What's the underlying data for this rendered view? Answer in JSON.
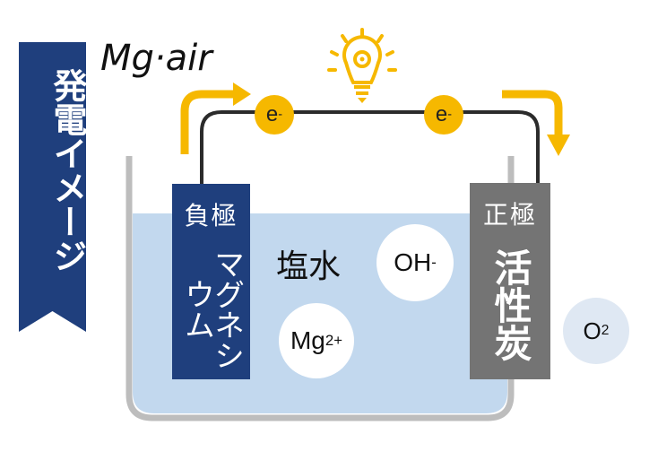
{
  "banner": {
    "text": "発電イメージ"
  },
  "logo": {
    "text": "Mg·air"
  },
  "electrodes": {
    "negative": {
      "head": "負極",
      "body": "マグネシウム"
    },
    "positive": {
      "head": "正極",
      "body": "活性炭"
    }
  },
  "electrolyte": {
    "label": "塩水"
  },
  "ions": {
    "oh": {
      "base": "OH",
      "sup": "-"
    },
    "mg": {
      "base": "Mg",
      "sup": "2+"
    },
    "o2": {
      "base": "O",
      "sup": "2"
    }
  },
  "electrons": [
    {
      "base": "e",
      "sup": "-"
    },
    {
      "base": "e",
      "sup": "-"
    }
  ],
  "colors": {
    "navy": "#1f3f7d",
    "gray_electrode": "#747474",
    "water": "#c2d8ee",
    "accent_yellow": "#f6b800",
    "wire": "#2b2b2b",
    "container": "#bdbdbd"
  },
  "icons": {
    "bulb": "lightbulb-gear-icon"
  }
}
